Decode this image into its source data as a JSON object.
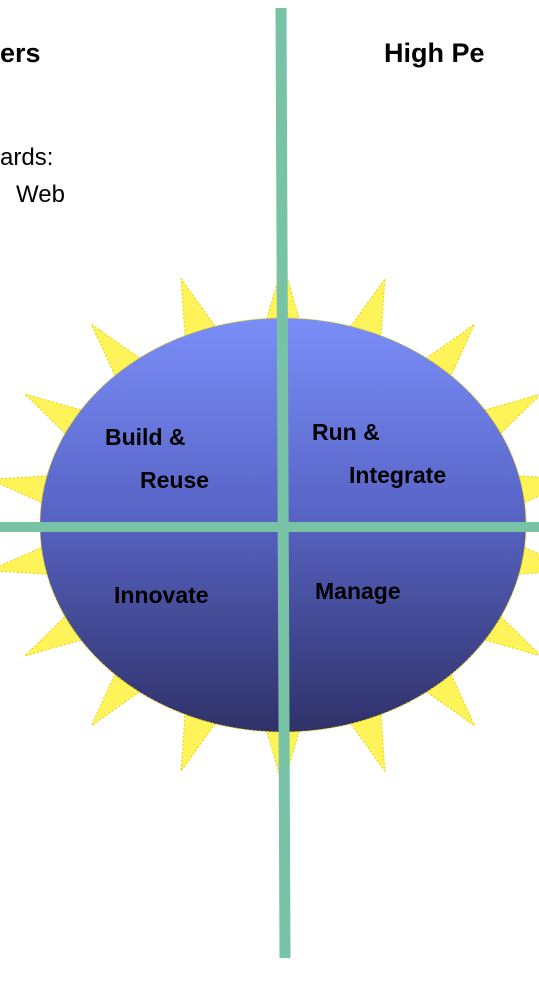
{
  "left_panel": {
    "heading": "ers",
    "body_lines": [
      "ards:",
      "Web"
    ]
  },
  "right_panel": {
    "heading": "High Pe"
  },
  "sun_diagram": {
    "quadrants": [
      {
        "id": "build-reuse",
        "lines": [
          "Build &",
          "Reuse"
        ]
      },
      {
        "id": "run-integrate",
        "lines": [
          "Run &",
          "Integrate"
        ]
      },
      {
        "id": "innovate",
        "lines": [
          "Innovate"
        ]
      },
      {
        "id": "manage",
        "lines": [
          "Manage"
        ]
      }
    ],
    "colors": {
      "disc_top": "#7a8ef8",
      "disc_bottom": "#2f3168",
      "rays": "#fff35a",
      "ray_stroke": "#e8d200",
      "divider": "#78c2a6"
    }
  }
}
